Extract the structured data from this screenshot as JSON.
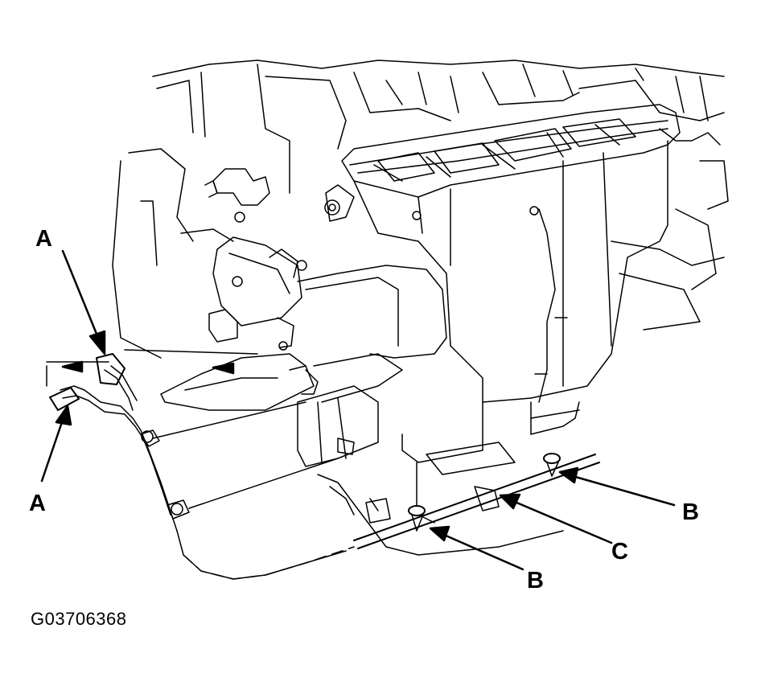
{
  "callouts": {
    "a_upper": "A",
    "a_lower": "A",
    "b_right": "B",
    "b_bottom": "B",
    "c": "C"
  },
  "figure_id": "G03706368",
  "colors": {
    "line": "#000000",
    "background": "#ffffff"
  }
}
